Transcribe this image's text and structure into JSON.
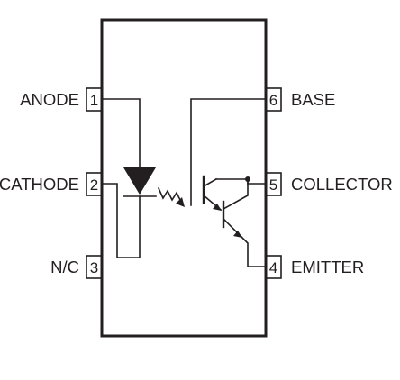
{
  "diagram": {
    "pins": [
      {
        "number": "1",
        "label": "ANODE"
      },
      {
        "number": "2",
        "label": "CATHODE"
      },
      {
        "number": "3",
        "label": "N/C"
      },
      {
        "number": "6",
        "label": "BASE"
      },
      {
        "number": "5",
        "label": "COLLECTOR"
      },
      {
        "number": "4",
        "label": "EMITTER"
      }
    ]
  },
  "colors": {
    "line": "#231f20",
    "background": "#ffffff"
  }
}
